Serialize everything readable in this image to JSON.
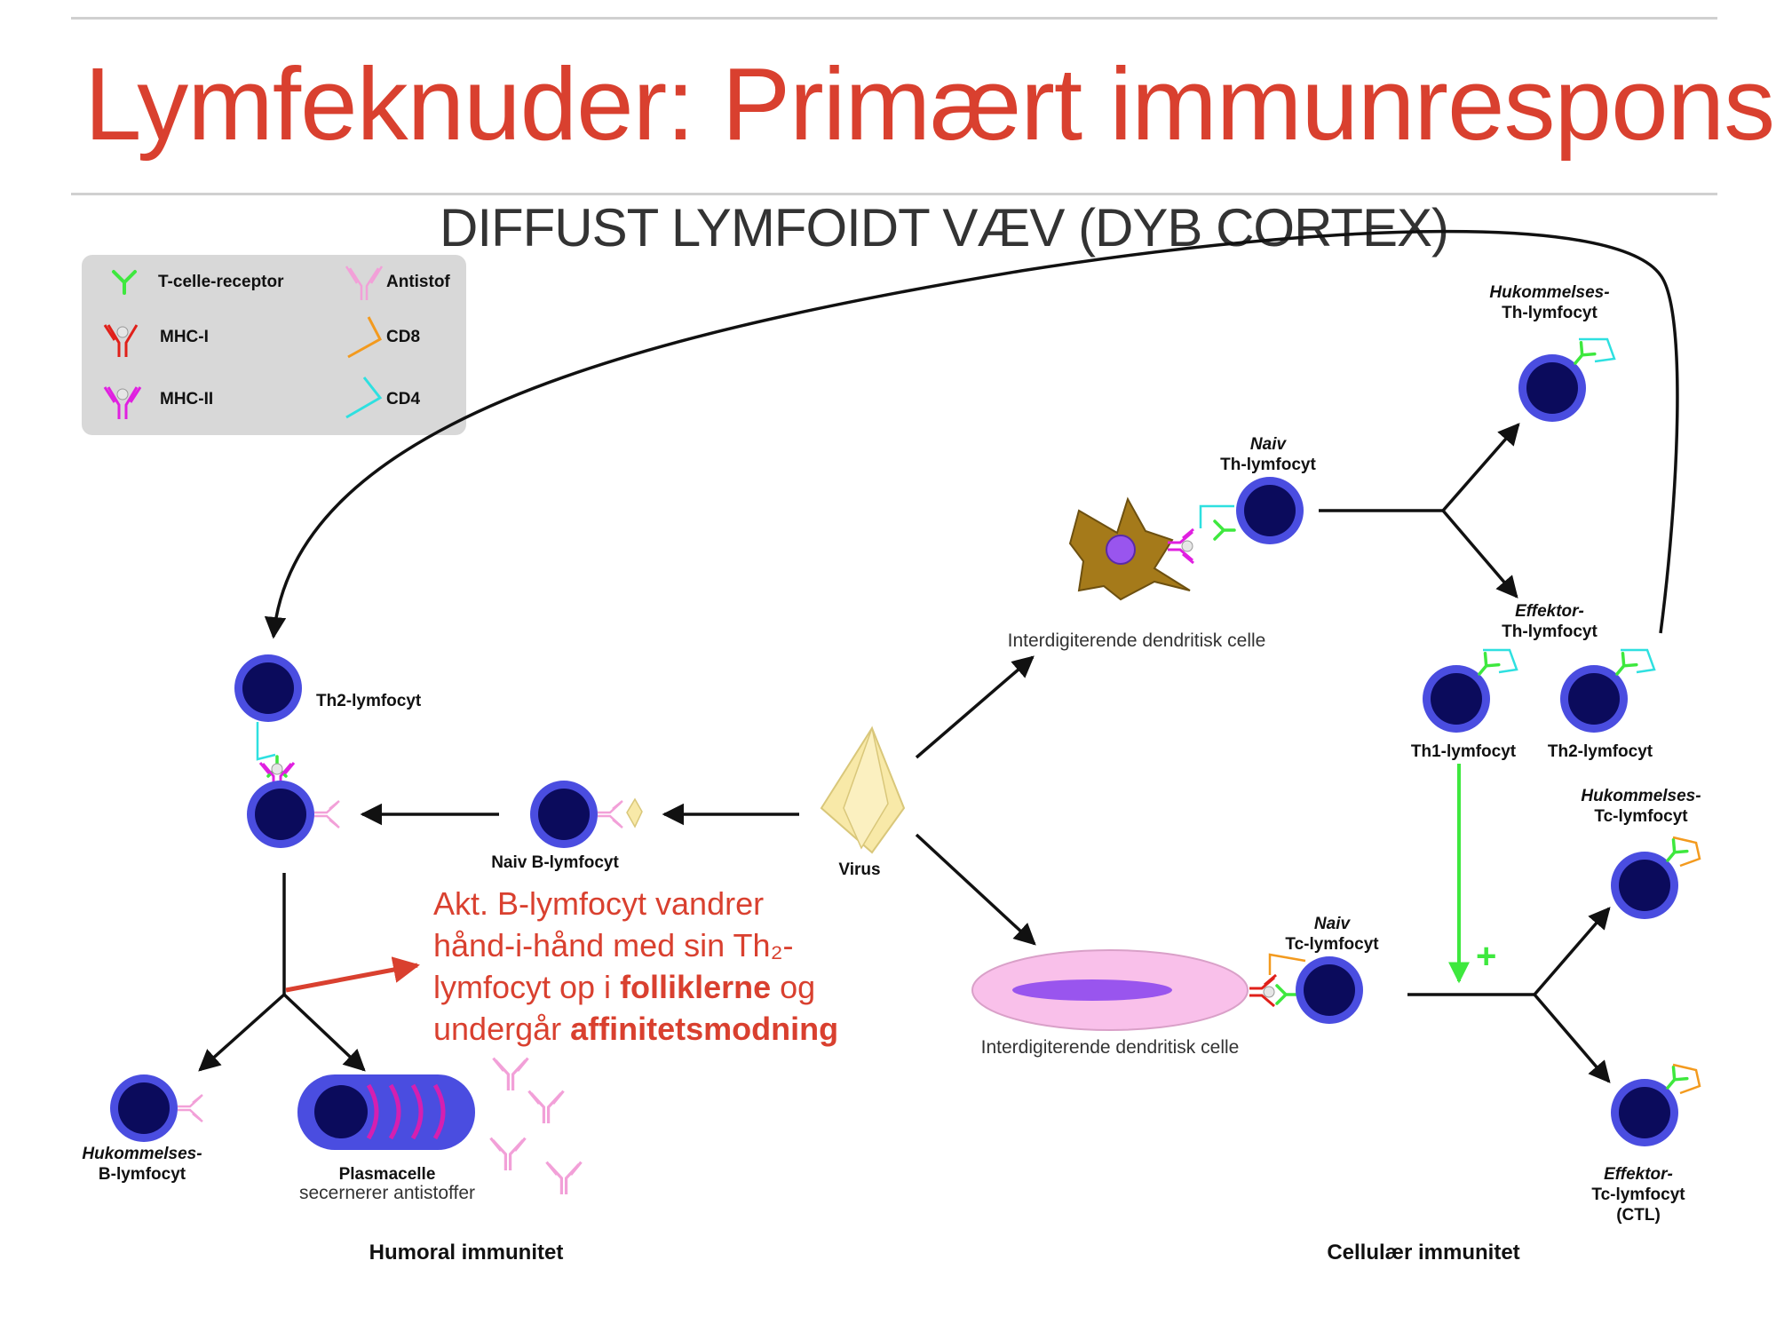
{
  "title": "Lymfeknuder: Primært immunrespons",
  "subtitle": "DIFFUST LYMFOIDT VÆV (DYB CORTEX)",
  "legend": {
    "tcr": "T-celle-receptor",
    "mhc1": "MHC-I",
    "mhc2": "MHC-II",
    "antibody": "Antistof",
    "cd8": "CD8",
    "cd4": "CD4"
  },
  "labels": {
    "virus": "Virus",
    "naive_b": "Naiv B-lymfocyt",
    "th2_left": "Th2-lymfocyt",
    "memory_b_1": "Hukommelses-",
    "memory_b_2": "B-lymfocyt",
    "plasma_1": "Plasmacelle",
    "plasma_2": "secernerer antistoffer",
    "humoral": "Humoral immunitet",
    "cellular": "Cellulær immunitet",
    "dc_top": "Interdigiterende dendritisk celle",
    "dc_bottom": "Interdigiterende dendritisk celle",
    "naive_th_1": "Naiv",
    "naive_th_2": "Th-lymfocyt",
    "mem_th_1": "Hukommelses-",
    "mem_th_2": "Th-lymfocyt",
    "eff_th_1": "Effektor-",
    "eff_th_2": "Th-lymfocyt",
    "th1": "Th1-lymfocyt",
    "th2_right": "Th2-lymfocyt",
    "naive_tc_1": "Naiv",
    "naive_tc_2": "Tc-lymfocyt",
    "mem_tc_1": "Hukommelses-",
    "mem_tc_2": "Tc-lymfocyt",
    "eff_tc_1": "Effektor-",
    "eff_tc_2": "Tc-lymfocyt",
    "eff_tc_3": "(CTL)",
    "plus": "+"
  },
  "note": {
    "line1": "Akt. B-lymfocyt vandrer",
    "line2": "hånd-i-hånd med sin Th₂-",
    "line3_a": "lymfocyt op i ",
    "line3_b": "folliklerne",
    "line3_c": " og",
    "line4_a": "undergår ",
    "line4_b": "affinitetsmodning"
  },
  "colors": {
    "title": "#d9402f",
    "note": "#d9402f",
    "tcr": "#3ee83e",
    "mhc1": "#e0201a",
    "mhc2": "#e020e0",
    "antibody": "#f2a0d8",
    "cd8": "#f39a1e",
    "cd4": "#2ee0e0",
    "cell_outer": "#4a4de0",
    "cell_inner": "#0b0b5c",
    "dc_body": "#a57a1a",
    "dc_nucleus": "#9955ee",
    "dc2_body": "#f9c0ea",
    "dc2_nucleus": "#9955ee",
    "plasma_body": "#4a4de0",
    "virus": "#f8e9a8",
    "arrow_green": "#3ee83e"
  }
}
